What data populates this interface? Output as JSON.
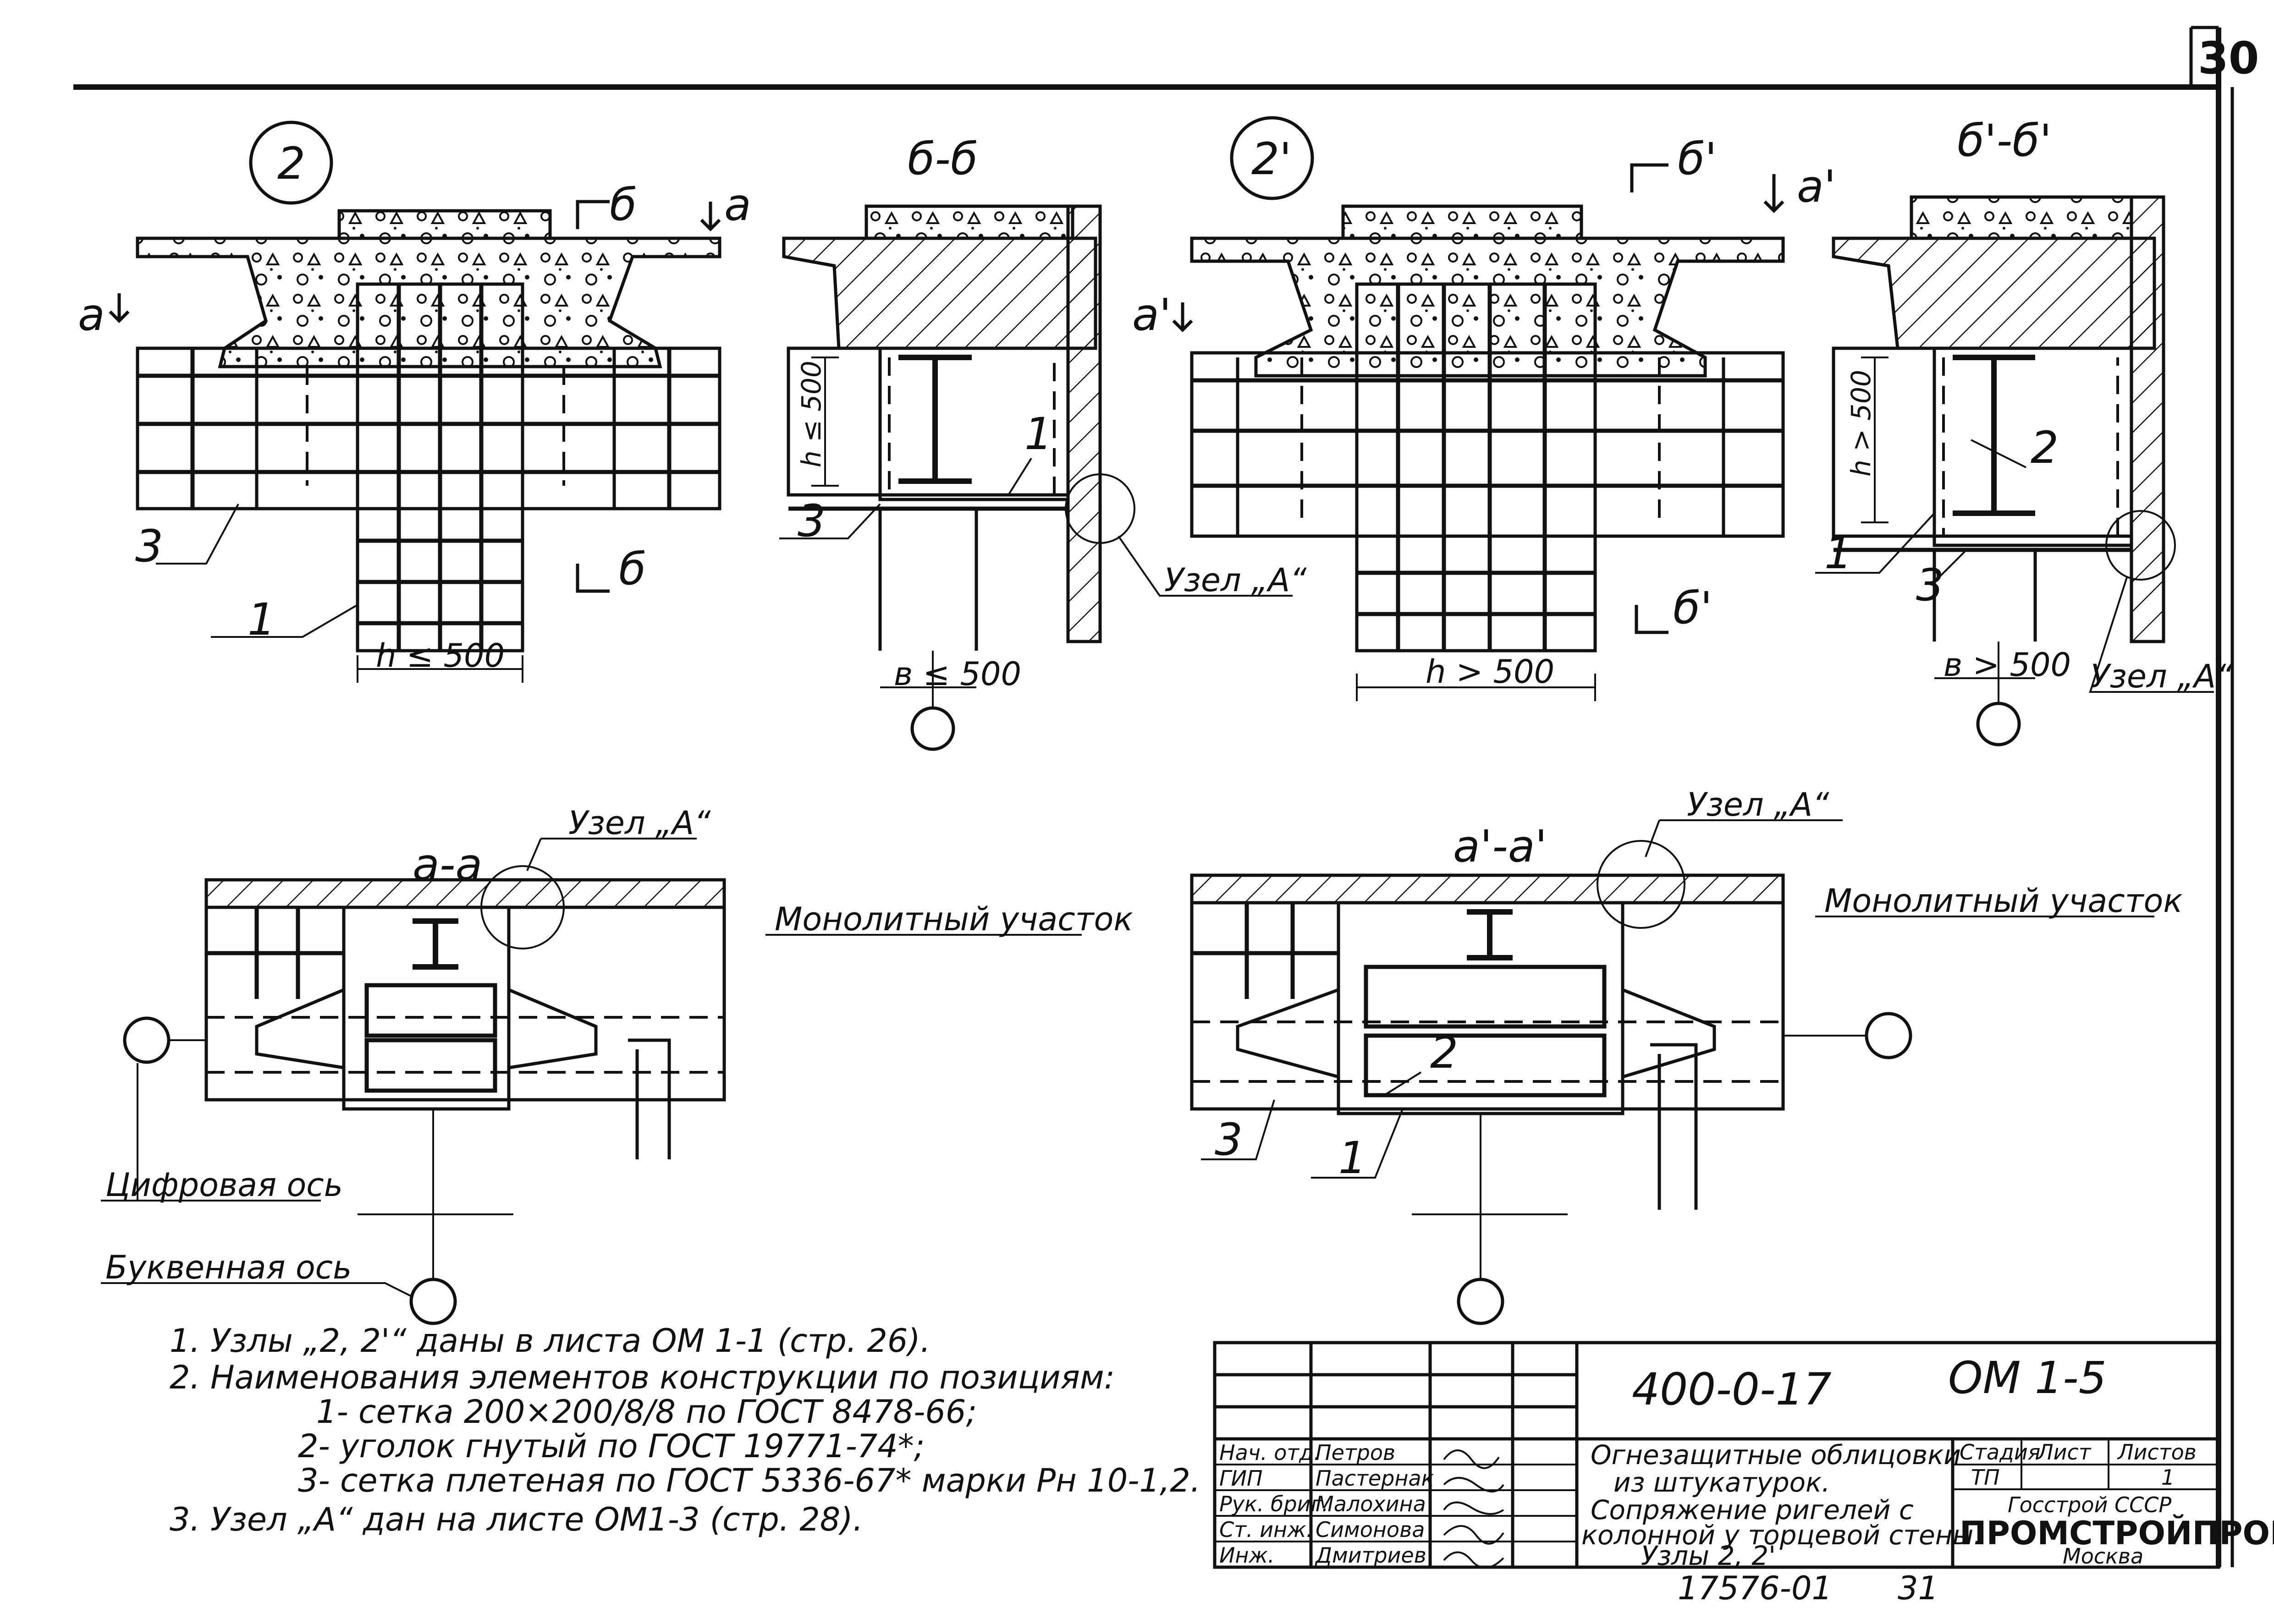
{
  "page": {
    "number": "30",
    "bottom_code": "17576-01",
    "bottom_page": "31"
  },
  "views": {
    "node2": {
      "label": "2",
      "cut_a": "а",
      "cut_b": "б",
      "dim": "h ≤ 500",
      "callout_3": "3",
      "callout_1": "1"
    },
    "sect_bb": {
      "title": "б-б",
      "dim_h": "h ≤ 500",
      "dim_b": "в ≤ 500",
      "callout_1": "1",
      "callout_3": "3",
      "node_ref": "Узел „А“"
    },
    "node2p": {
      "label": "2'",
      "cut_a": "а'",
      "cut_b": "б'",
      "dim": "h > 500"
    },
    "sect_bbp": {
      "title": "б'-б'",
      "dim_h": "h > 500",
      "dim_b": "в > 500",
      "callout_1": "1",
      "callout_2": "2",
      "callout_3": "3",
      "node_ref": "Узел „А“"
    },
    "sect_aa": {
      "title": "а-а",
      "node_ref": "Узел „А“",
      "mono": "Монолитный участок",
      "digital_axis": "Цифровая ось",
      "letter_axis": "Буквенная ось"
    },
    "sect_aap": {
      "title": "а'-а'",
      "node_ref": "Узел „А“",
      "mono": "Монолитный участок",
      "callout_1": "1",
      "callout_2": "2",
      "callout_3": "3"
    }
  },
  "notes": [
    "1. Узлы „2, 2'“ даны в листа        ОМ 1-1 (стр. 26).",
    "2. Наименования элементов конструкции по позициям:",
    "1- сетка 200×200/8/8 по ГОСТ 8478-66;",
    "2- уголок гнутый по ГОСТ 19771-74*;",
    "3- сетка плетеная по ГОСТ 5336-67* марки Рн 10-1,2.",
    "3. Узел „А“ дан на листе        ОМ1-3 (стр. 28)."
  ],
  "title_block": {
    "doc_code": "400-0-17",
    "sheet_code": "ОМ 1-5",
    "rows": [
      {
        "role": "Нач. отд.",
        "name": "Петров"
      },
      {
        "role": "ГИП",
        "name": "Пастернак"
      },
      {
        "role": "Рук. бриг.",
        "name": "Малохина"
      },
      {
        "role": "Ст. инж.",
        "name": "Симонова"
      },
      {
        "role": "Инж.",
        "name": "Дмитриев"
      }
    ],
    "description": [
      "Огнезащитные облицовки",
      "из штукатурок.",
      "Сопряжение ригелей с",
      "колонной у торцевой стены.",
      "Узлы 2, 2'"
    ],
    "col_headers": [
      "Стадия",
      "Лист",
      "Листов"
    ],
    "col_values": [
      "ТП",
      "",
      "1"
    ],
    "org_top": "Госстрой СССР",
    "org_name": "ПРОМСТРОЙПРОЕКТ",
    "org_city": "Москва"
  }
}
